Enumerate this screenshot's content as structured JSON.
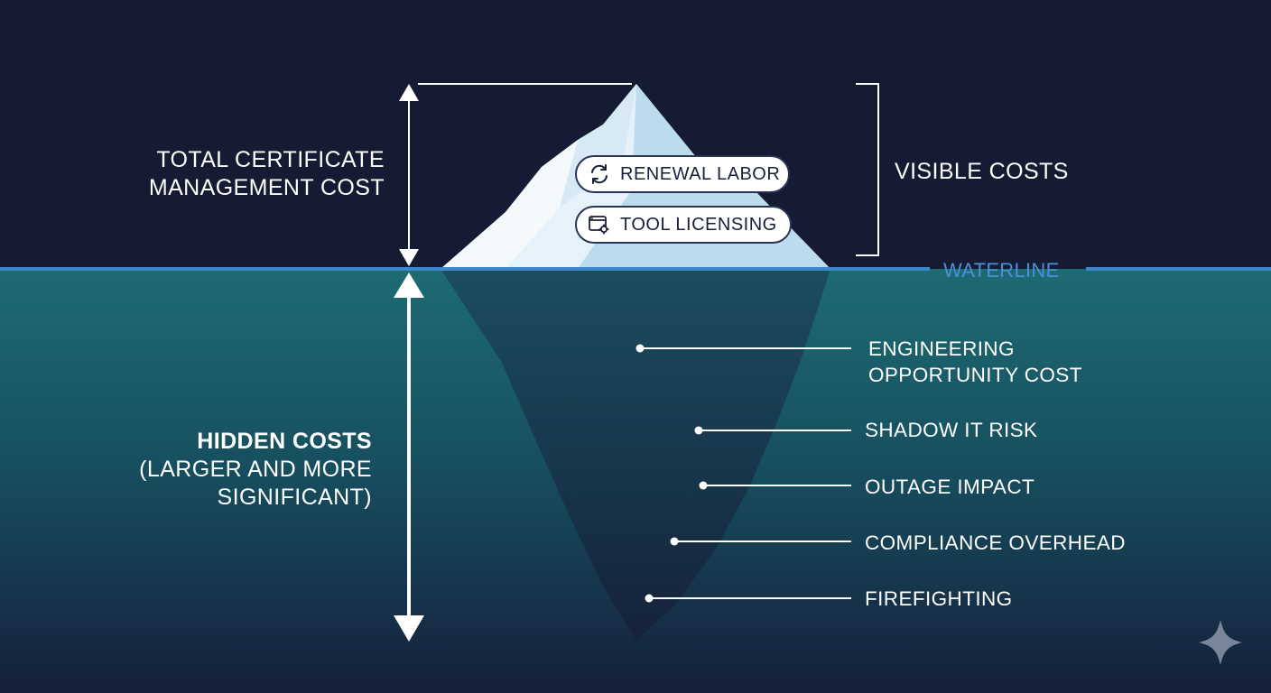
{
  "total_cost": {
    "line1": "TOTAL CERTIFICATE",
    "line2": "MANAGEMENT COST"
  },
  "visible_costs": {
    "label": "VISIBLE COSTS",
    "items": [
      {
        "label": "RENEWAL LABOR",
        "icon": "refresh-icon"
      },
      {
        "label": "TOOL LICENSING",
        "icon": "license-window-gear-icon"
      }
    ]
  },
  "waterline_label": "WATERLINE",
  "hidden_costs": {
    "title": "HIDDEN COSTS",
    "subtitle_line1": "(LARGER AND MORE",
    "subtitle_line2": "SIGNIFICANT)",
    "items": [
      {
        "line1": "ENGINEERING",
        "line2": "OPPORTUNITY COST"
      },
      {
        "line1": "SHADOW IT RISK"
      },
      {
        "line1": "OUTAGE IMPACT"
      },
      {
        "line1": "COMPLIANCE OVERHEAD"
      },
      {
        "line1": "FIREFIGHTING"
      }
    ]
  },
  "colors": {
    "sky": "#141b33",
    "water_top": "#1d6b73",
    "water_bottom": "#16213c",
    "waterline": "#3f86cf",
    "ice": "#e6f2f9"
  },
  "icons": [
    "up-down-arrow-icon",
    "sparkle-icon"
  ]
}
